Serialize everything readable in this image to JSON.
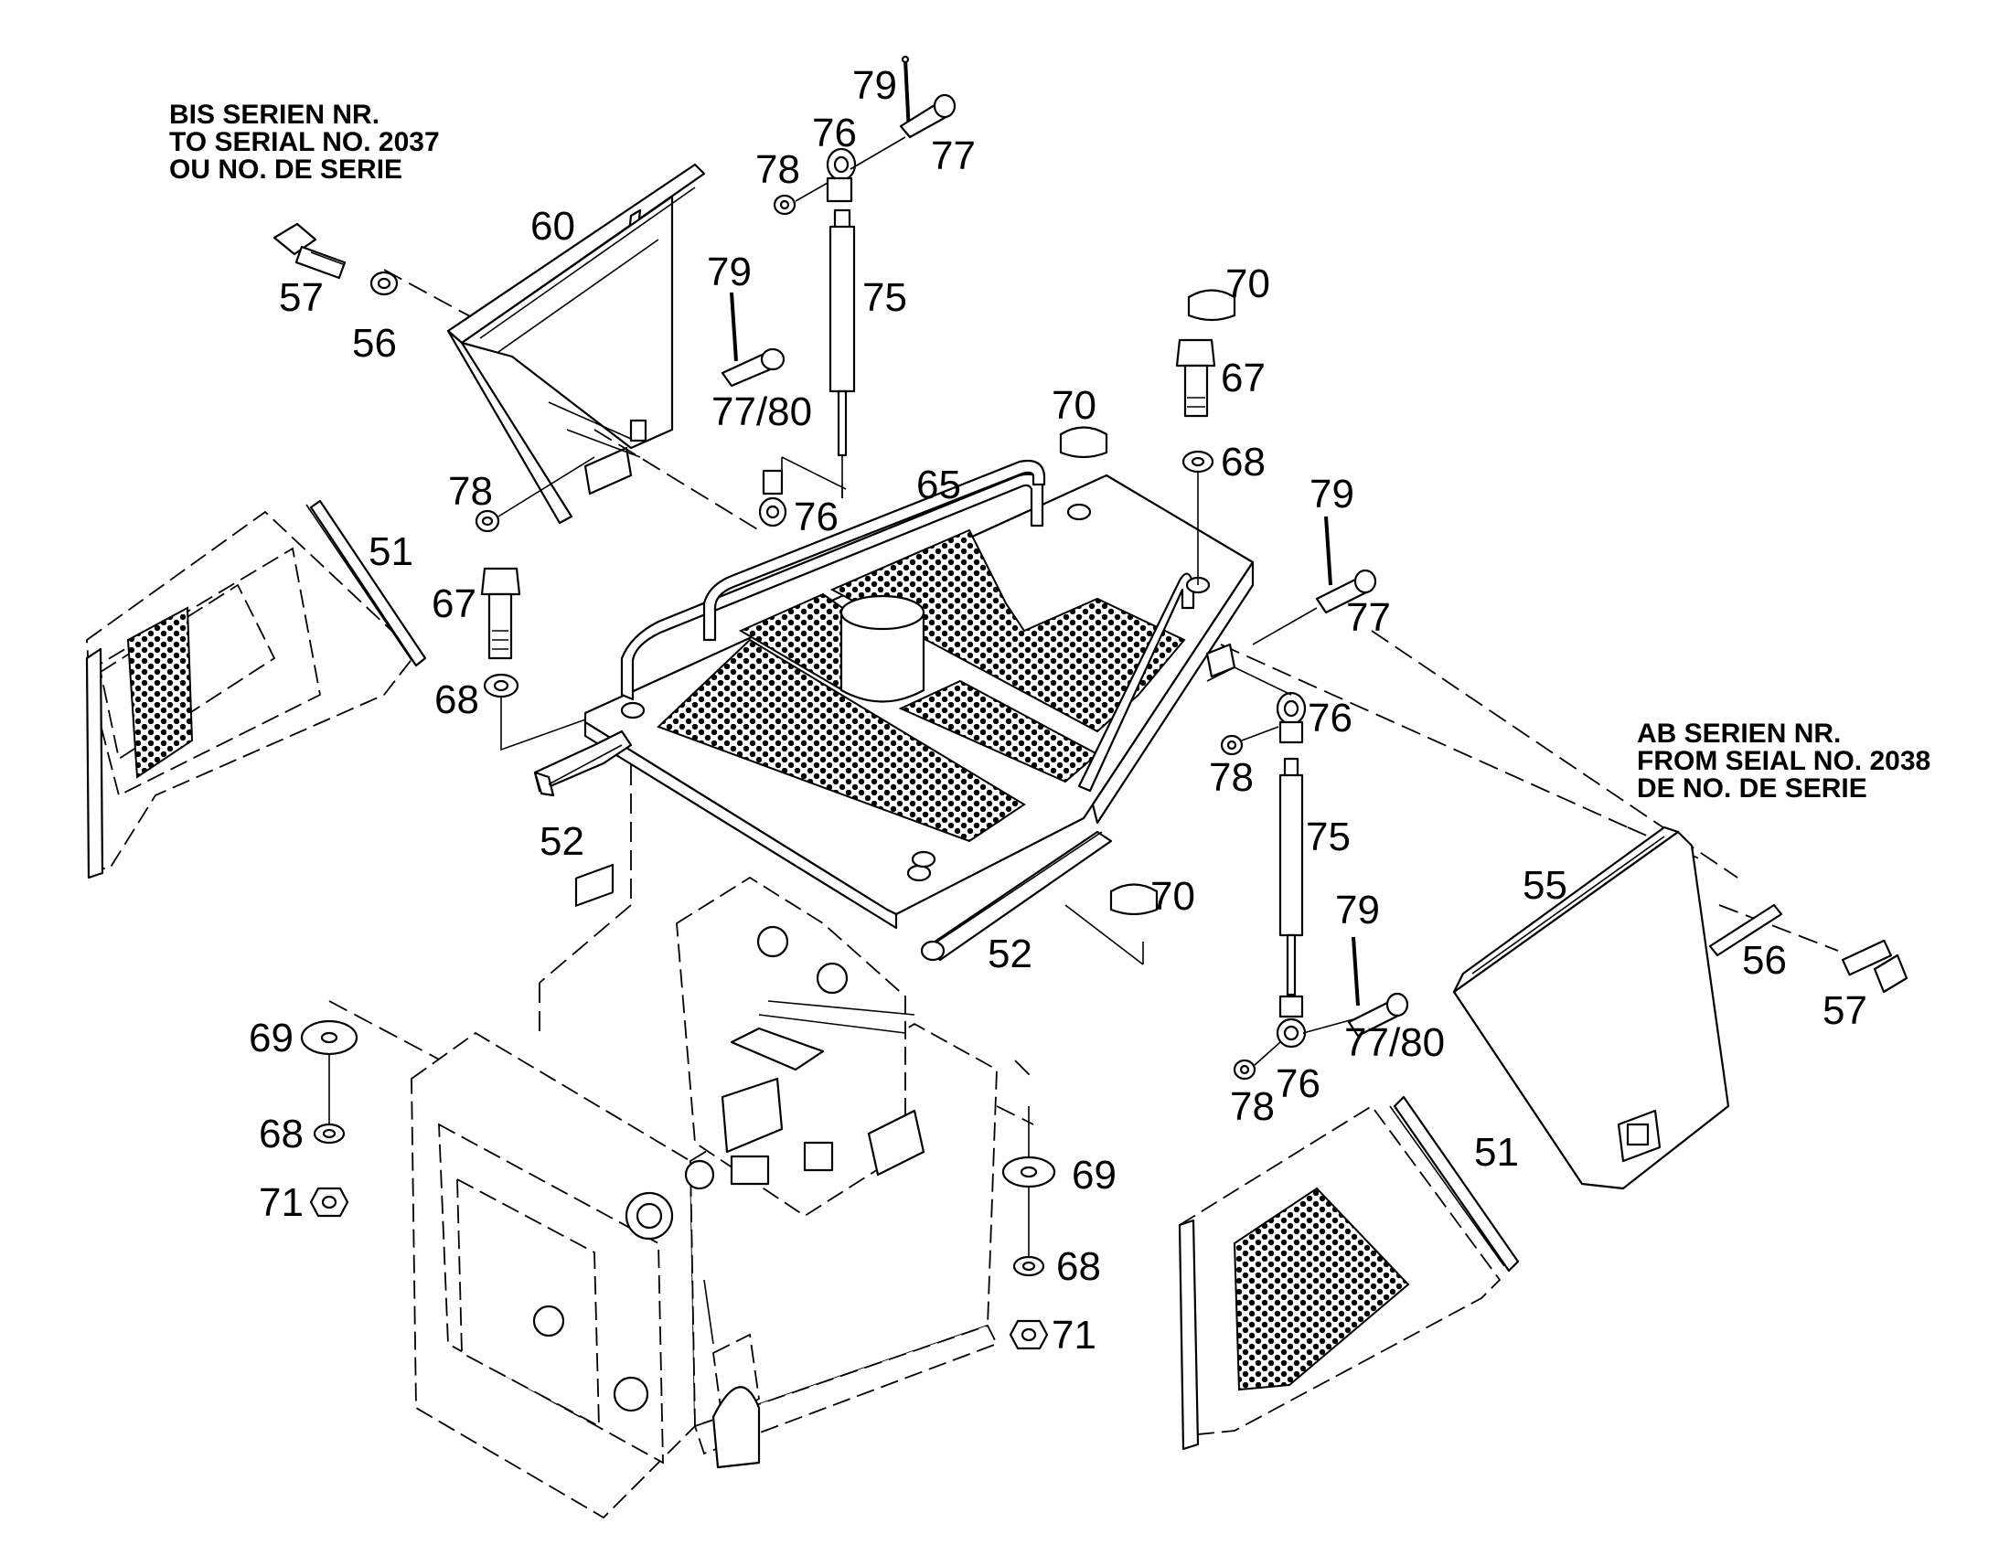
{
  "notes": {
    "top_left": [
      "BIS SERIEN NR.",
      "TO SERIAL NO. 2037",
      "OU NO. DE SERIE"
    ],
    "right": [
      "AB SERIEN NR.",
      "FROM SEIAL NO. 2038",
      "DE NO. DE SERIE"
    ]
  },
  "callouts": {
    "c79a": "79",
    "c76a": "76",
    "c77a": "77",
    "c78a": "78",
    "c60": "60",
    "c57a": "57",
    "c56a": "56",
    "c79b": "79",
    "c75a": "75",
    "c7780a": "77/80",
    "c70a": "70",
    "c67a": "67",
    "c70b": "70",
    "c68a": "68",
    "c78b": "78",
    "c76b": "76",
    "c65": "65",
    "c79c": "79",
    "c77b": "77",
    "c51a": "51",
    "c67b": "67",
    "c68b": "68",
    "c52a": "52",
    "c76c": "76",
    "c78c": "78",
    "c75b": "75",
    "c70c": "70",
    "c52b": "52",
    "c55": "55",
    "c56b": "56",
    "c57b": "57",
    "c79d": "79",
    "c7780b": "77/80",
    "c69a": "69",
    "c68c": "68",
    "c71a": "71",
    "c78d": "78",
    "c76d": "76",
    "c51b": "51",
    "c69b": "69",
    "c68d": "68",
    "c71b": "71"
  },
  "colors": {
    "ink": "#000000",
    "paper": "#ffffff"
  }
}
